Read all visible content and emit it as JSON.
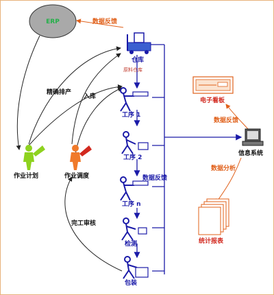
{
  "nodes": {
    "erp": "ERP",
    "warehouse": "仓库",
    "material_shelf": "原料仓库",
    "process1": "工序 1",
    "process2": "工序 2",
    "processn": "工序 n",
    "inspection": "检测",
    "packing": "包装",
    "plan": "作业计划",
    "dispatch": "作业调度",
    "kanban": "电子看板",
    "info_system": "信息系统",
    "reports": "统计报表"
  },
  "edges": {
    "data_feedback_top": "数据反馈",
    "data_feedback_mid": "数据反馈",
    "data_feedback_right": "数据反馈",
    "data_analysis": "数据分析",
    "precise_production": "精确排产",
    "warehousing": "入库",
    "completion_report": "完工审核"
  },
  "colors": {
    "flow_line": "#1a1aa8",
    "feedback": "#e0601a",
    "erp_fill": "#a9a9a9",
    "erp_text": "#25b04a",
    "plan_figure": "#8ed21f",
    "dispatch_figure": "#f07a2a"
  }
}
